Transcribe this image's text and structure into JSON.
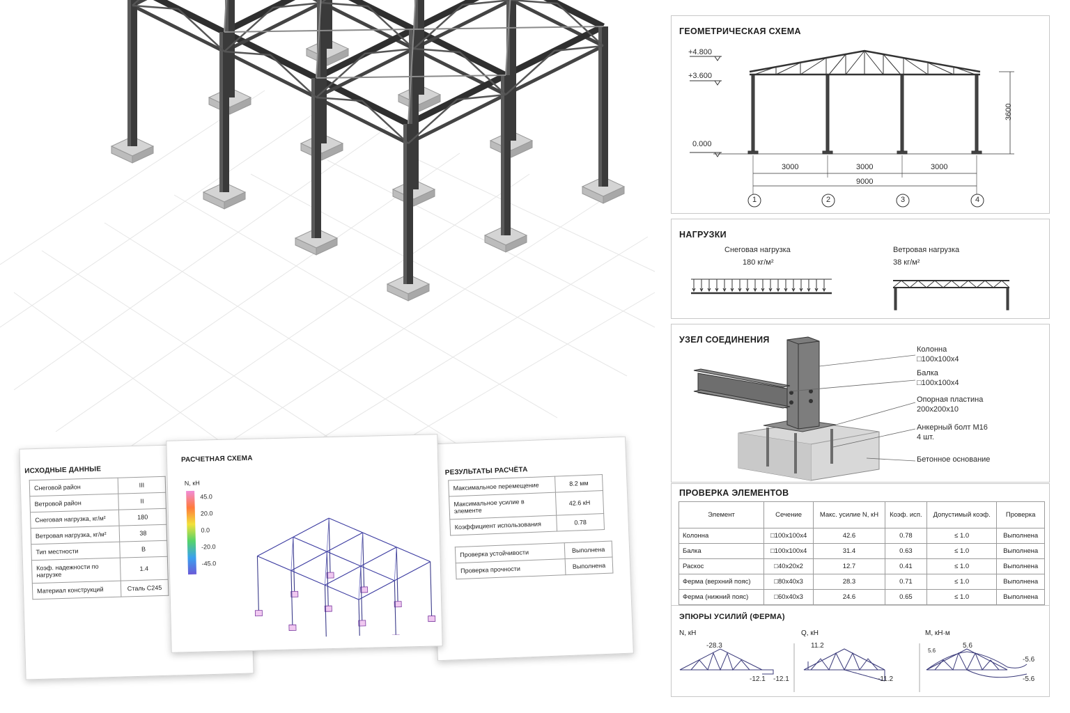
{
  "input_sheet": {
    "title": "ИСХОДНЫЕ ДАННЫЕ",
    "rows": [
      {
        "label": "Снеговой район",
        "value": "III"
      },
      {
        "label": "Ветровой район",
        "value": "II"
      },
      {
        "label": "Снеговая нагрузка, кг/м²",
        "value": "180"
      },
      {
        "label": "Ветровая нагрузка, кг/м²",
        "value": "38"
      },
      {
        "label": "Тип местности",
        "value": "В"
      },
      {
        "label": "Коэф. надежности по нагрузке",
        "value": "1.4"
      },
      {
        "label": "Материал конструкций",
        "value": "Сталь С245"
      }
    ]
  },
  "calc_sheet": {
    "title": "РАСЧЕТНАЯ СХЕМА",
    "legend_title": "N, кН",
    "legend_values": [
      "45.0",
      "20.0",
      "0.0",
      "-20.0",
      "-45.0"
    ],
    "legend_colors": [
      "#f08cd8",
      "#ff7a3c",
      "#f2e13a",
      "#55d36a",
      "#3aa0ee",
      "#6a5ad8"
    ]
  },
  "results_sheet": {
    "title": "РЕЗУЛЬТАТЫ РАСЧЁТА",
    "rows": [
      {
        "label": "Максимальное перемещение",
        "value": "8.2 мм"
      },
      {
        "label": "Максимальное усилие в элементе",
        "value": "42.6 кН"
      },
      {
        "label": "Коэффициент использования",
        "value": "0.78"
      }
    ],
    "checks": [
      {
        "label": "Проверка устойчивости",
        "value": "Выполнена"
      },
      {
        "label": "Проверка прочности",
        "value": "Выполнена"
      }
    ]
  },
  "geometry": {
    "title": "ГЕОМЕТРИЧЕСКАЯ СХЕМА",
    "levels": [
      "+4.800",
      "+3.600",
      "0.000"
    ],
    "height_dim": "3600",
    "spans": [
      "3000",
      "3000",
      "3000"
    ],
    "total_span": "9000",
    "axes": [
      "1",
      "2",
      "3",
      "4"
    ]
  },
  "loads": {
    "title": "НАГРУЗКИ",
    "snow_label": "Снеговая нагрузка",
    "snow_value": "180 кг/м²",
    "wind_label": "Ветровая нагрузка",
    "wind_value": "38 кг/м²"
  },
  "node": {
    "title": "УЗЕЛ СОЕДИНЕНИЯ",
    "callouts": [
      {
        "name": "Колонна",
        "spec": "□100x100x4"
      },
      {
        "name": "Балка",
        "spec": "□100x100x4"
      },
      {
        "name": "Опорная пластина",
        "spec": "200x200x10"
      },
      {
        "name": "Анкерный болт М16",
        "spec": "4 шт."
      },
      {
        "name": "Бетонное основание",
        "spec": ""
      }
    ]
  },
  "check": {
    "title": "ПРОВЕРКА ЭЛЕМЕНТОВ",
    "headers": [
      "Элемент",
      "Сечение",
      "Макс. усилие N, кН",
      "Коэф. исп.",
      "Допустимый коэф.",
      "Проверка"
    ],
    "rows": [
      [
        "Колонна",
        "□100x100x4",
        "42.6",
        "0.78",
        "≤ 1.0",
        "Выполнена"
      ],
      [
        "Балка",
        "□100x100x4",
        "31.4",
        "0.63",
        "≤ 1.0",
        "Выполнена"
      ],
      [
        "Раскос",
        "□40x20x2",
        "12.7",
        "0.41",
        "≤ 1.0",
        "Выполнена"
      ],
      [
        "Ферма (верхний пояс)",
        "□80x40x3",
        "28.3",
        "0.71",
        "≤ 1.0",
        "Выполнена"
      ],
      [
        "Ферма (нижний пояс)",
        "□60x40x3",
        "24.6",
        "0.65",
        "≤ 1.0",
        "Выполнена"
      ]
    ]
  },
  "diagrams": {
    "title": "ЭПЮРЫ УСИЛИЙ (ФЕРМА)",
    "n": {
      "title": "N, кН",
      "top": "-28.3",
      "right_a": "-12.1",
      "right_b": "-12.1"
    },
    "q": {
      "title": "Q, кН",
      "left": "11.2",
      "right": "-11.2"
    },
    "m": {
      "title": "М, кН·м",
      "left": "5.6",
      "top": "5.6",
      "right_a": "-5.6",
      "right_b": "-5.6"
    }
  }
}
